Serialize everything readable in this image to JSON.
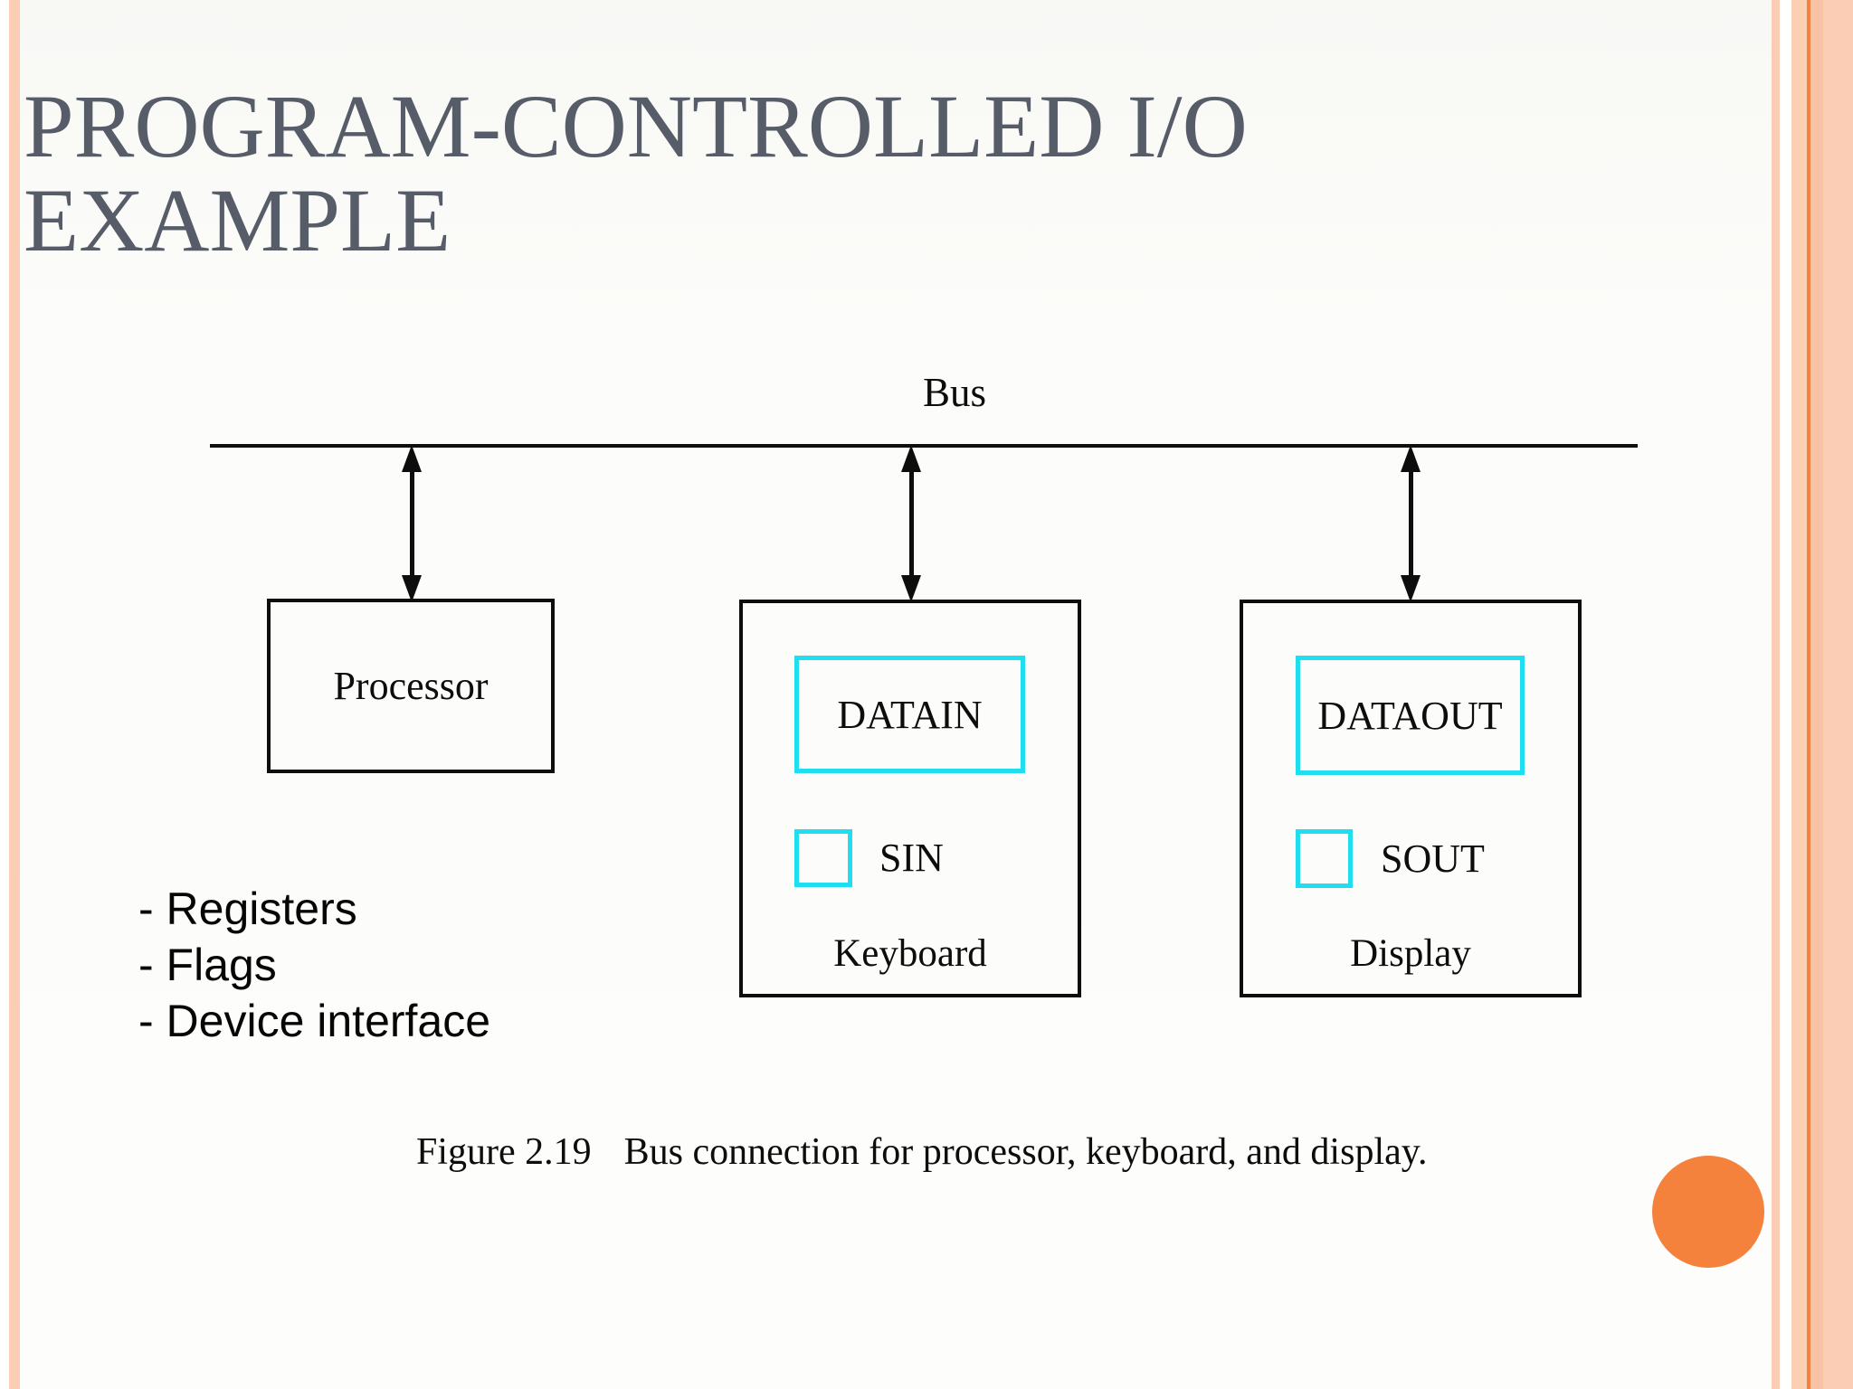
{
  "slide": {
    "title_line1": "PROGRAM-CONTROLLED I/O",
    "title_line2": "EXAMPLE"
  },
  "diagram": {
    "bus_label": "Bus",
    "processor": {
      "label": "Processor"
    },
    "keyboard": {
      "register_label": "DATAIN",
      "flag_label": "SIN",
      "name": "Keyboard"
    },
    "display": {
      "register_label": "DATAOUT",
      "flag_label": "SOUT",
      "name": "Display"
    }
  },
  "notes": {
    "items": [
      "- Registers",
      "- Flags",
      "- Device interface"
    ]
  },
  "caption": {
    "figure_label": "Figure 2.19",
    "text": "Bus connection for processor, keyboard, and display."
  },
  "colors": {
    "accent_cyan": "#1FDEF0",
    "stripe_peach": "#FACDB4",
    "stripe_orange_line": "#F08240",
    "circle_orange": "#F5823C",
    "title_gray": "#575C69",
    "diagram_black": "#0D0D0D"
  }
}
